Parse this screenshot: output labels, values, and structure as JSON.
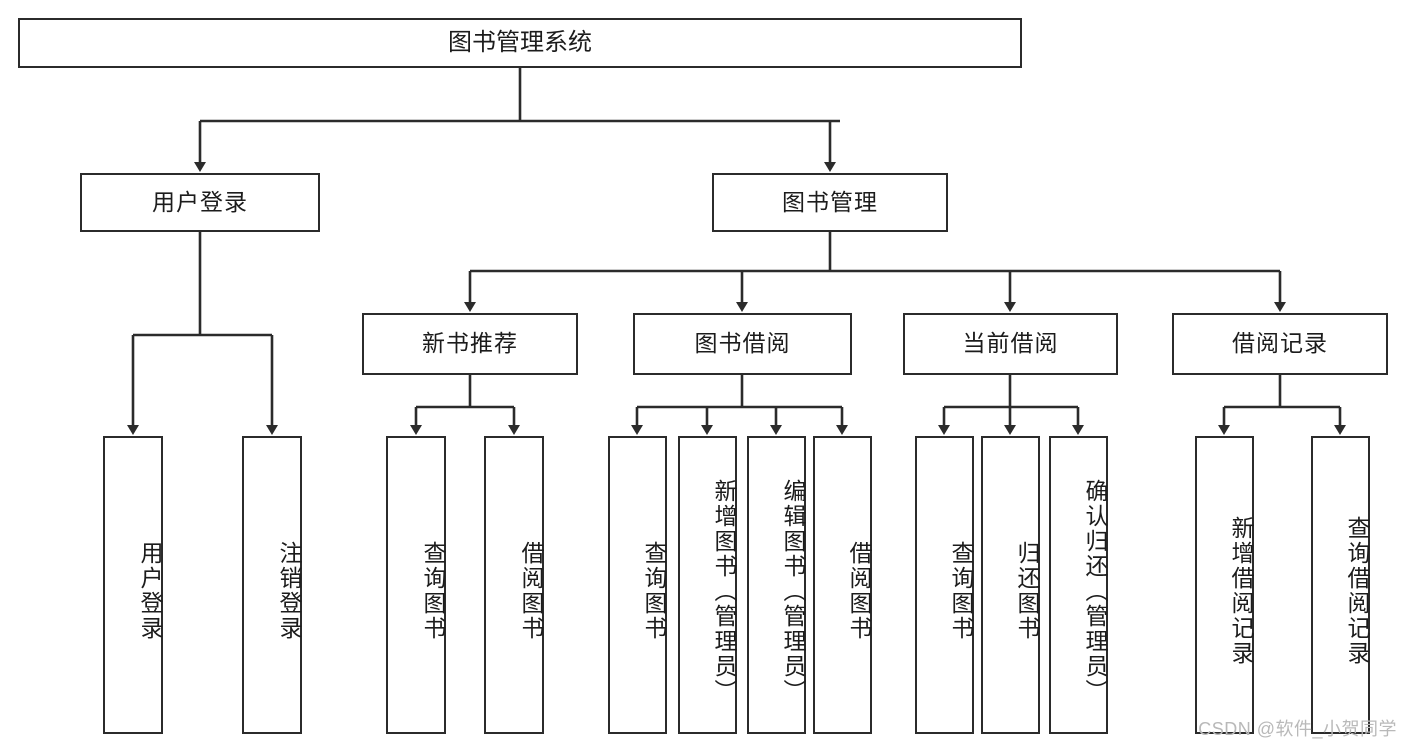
{
  "diagram": {
    "title": "图书管理系统",
    "type": "tree-hierarchy",
    "watermark": "CSDN @软件_小贺同学",
    "colors": {
      "background": "#ffffff",
      "box_border": "#2b2b2b",
      "box_fill": "#ffffff",
      "connector": "#2b2b2b",
      "text": "#1c1c1c",
      "watermark": "#b9b9b9"
    },
    "root": {
      "label": "图书管理系统"
    },
    "level1": [
      {
        "label": "用户登录"
      },
      {
        "label": "图书管理"
      }
    ],
    "level2": [
      {
        "label": "新书推荐"
      },
      {
        "label": "图书借阅"
      },
      {
        "label": "当前借阅"
      },
      {
        "label": "借阅记录"
      }
    ],
    "leaves": {
      "user_login": [
        {
          "label": "用户登录"
        },
        {
          "label": "注销登录"
        }
      ],
      "new_book_recommend": [
        {
          "label": "查询图书"
        },
        {
          "label": "借阅图书"
        }
      ],
      "book_borrow": [
        {
          "label": "查询图书"
        },
        {
          "label": "新增图书（管理员）"
        },
        {
          "label": "编辑图书（管理员）"
        },
        {
          "label": "借阅图书"
        }
      ],
      "current_borrow": [
        {
          "label": "查询图书"
        },
        {
          "label": "归还图书"
        },
        {
          "label": "确认归还（管理员）"
        }
      ],
      "borrow_record": [
        {
          "label": "新增借阅记录"
        },
        {
          "label": "查询借阅记录"
        }
      ]
    }
  }
}
